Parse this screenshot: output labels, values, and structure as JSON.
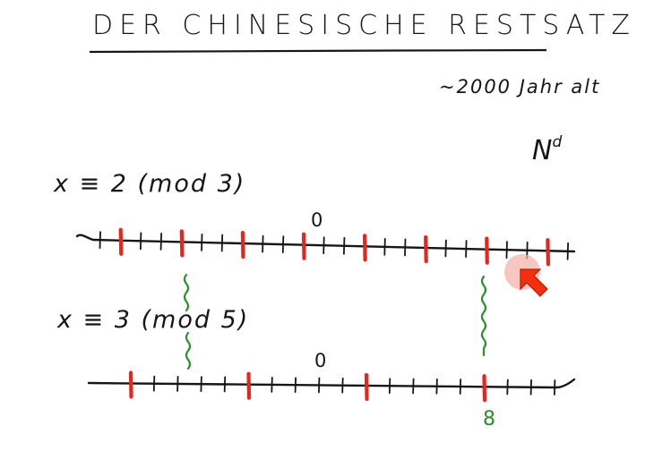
{
  "title": "DER CHINESISCHE RESTSATZ",
  "note": "~2000 Jahr alt",
  "naturals_symbol": "N",
  "naturals_superscript": "d",
  "line1": {
    "congruence": "x ≡ 2 (mod 3)",
    "zero_label": "0",
    "residue": 2,
    "modulus": 3,
    "range": [
      -8,
      15
    ]
  },
  "line2": {
    "congruence": "x ≡ 3 (mod 5)",
    "zero_label": "0",
    "residue": 3,
    "modulus": 5,
    "range": [
      -7,
      11
    ]
  },
  "solution_label": "8",
  "colors": {
    "ink": "#161616",
    "mark": "#e8251a",
    "link": "#2f8f2f",
    "cursor": "#f4300c",
    "highlight": "#f4b0a8"
  },
  "cursor_icon": "arrow-cursor-icon"
}
